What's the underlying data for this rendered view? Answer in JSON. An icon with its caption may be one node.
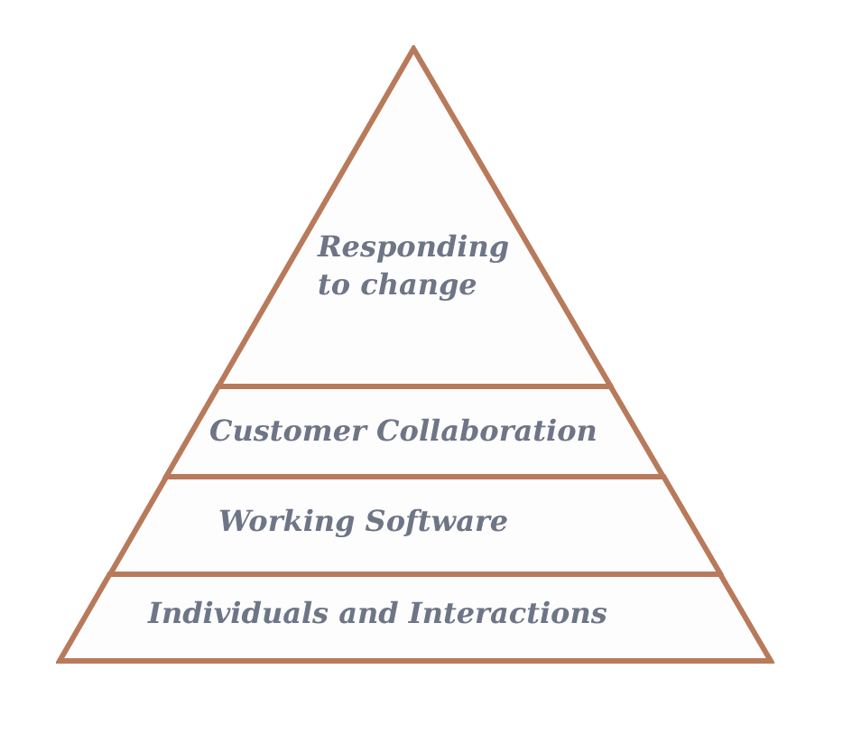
{
  "diagram": {
    "nodes": [
      {
        "text": [
          "Responding to change"
        ]
      },
      {
        "text": [
          "Customer Collaboration"
        ]
      },
      {
        "text": [
          "Working Software"
        ]
      },
      {
        "text": [
          "Individuals and Interactions"
        ]
      }
    ]
  }
}
